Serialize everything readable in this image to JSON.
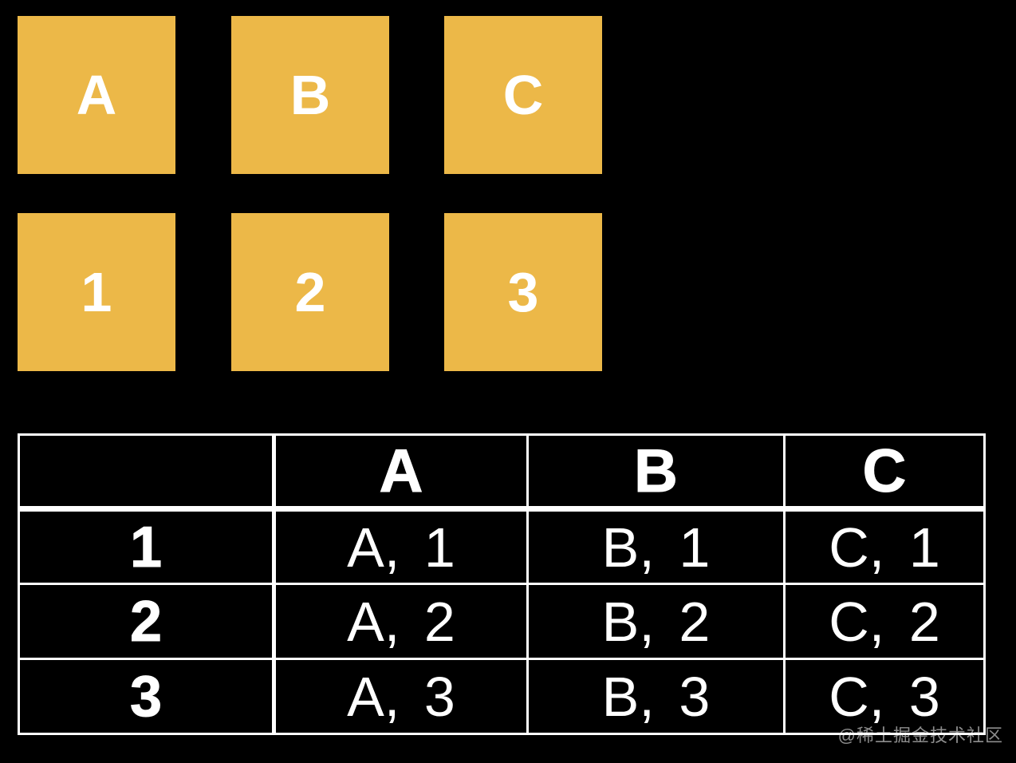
{
  "colors": {
    "canvas_bg": "#000000",
    "square_fill": "#ECB848",
    "square_label": "#FFFFFF",
    "table_border": "#FFFFFF",
    "table_text": "#FFFFFF",
    "watermark_text": "#8C8C8C"
  },
  "squares": {
    "letter_row": [
      {
        "label": "A"
      },
      {
        "label": "B"
      },
      {
        "label": "C"
      }
    ],
    "number_row": [
      {
        "label": "1"
      },
      {
        "label": "2"
      },
      {
        "label": "3"
      }
    ]
  },
  "table": {
    "corner": "",
    "headers": [
      "A",
      "B",
      "C"
    ],
    "rows": [
      {
        "label": "1",
        "cells": [
          "A, 1",
          "B, 1",
          "C, 1"
        ]
      },
      {
        "label": "2",
        "cells": [
          "A, 2",
          "B, 2",
          "C, 2"
        ]
      },
      {
        "label": "3",
        "cells": [
          "A, 3",
          "B, 3",
          "C, 3"
        ]
      }
    ]
  },
  "watermark": "@稀土掘金技术社区",
  "chart_data": {
    "type": "table",
    "columns": [
      "",
      "A",
      "B",
      "C"
    ],
    "rows": [
      [
        "1",
        "A, 1",
        "B, 1",
        "C, 1"
      ],
      [
        "2",
        "A, 2",
        "B, 2",
        "C, 2"
      ],
      [
        "3",
        "A, 3",
        "B, 3",
        "C, 3"
      ]
    ]
  }
}
